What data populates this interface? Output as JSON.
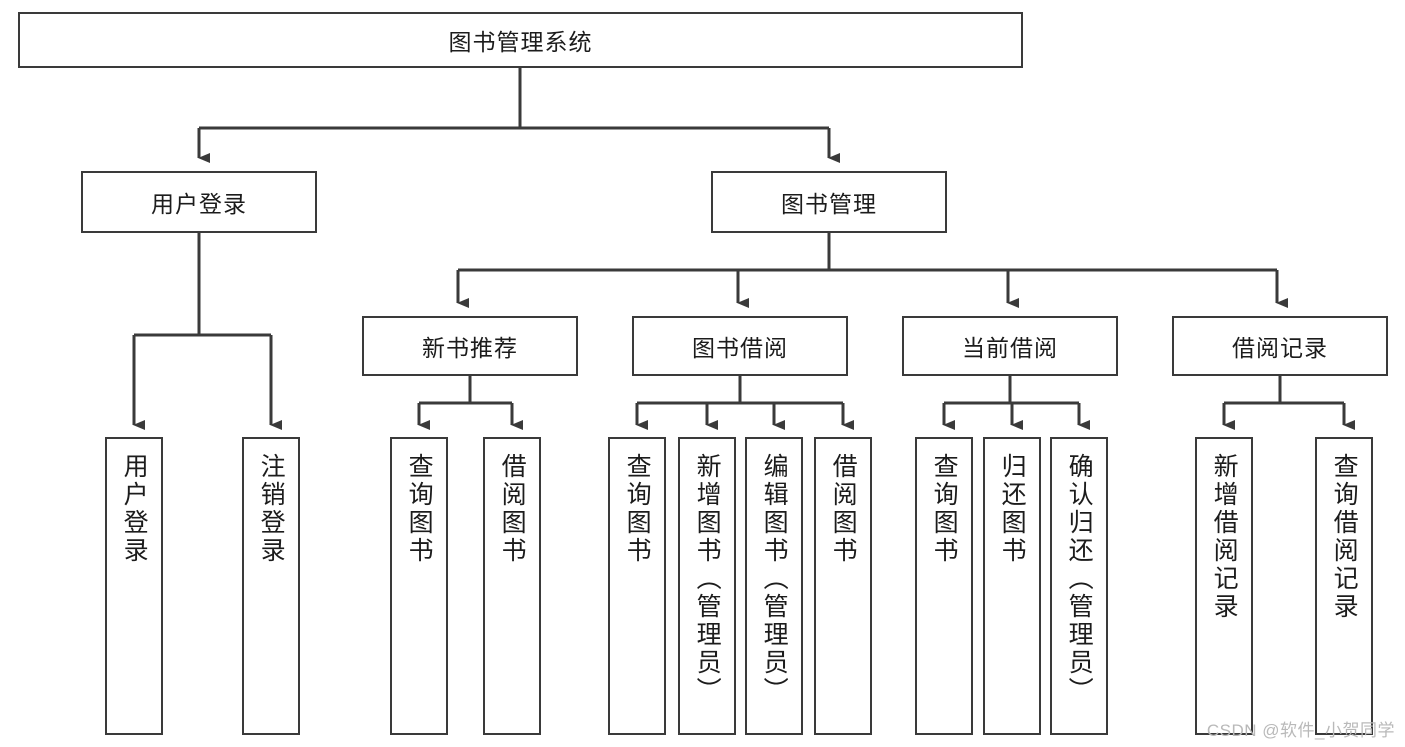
{
  "diagram": {
    "title": "图书管理系统",
    "type": "tree",
    "watermark": "CSDN @软件_小贺同学",
    "colors": {
      "box_border": "#3a3a3a",
      "box_fill": "#ffffff",
      "connector": "#3a3a3a",
      "text": "#1c1c1c",
      "watermark": "#b9b9b9",
      "background": "#ffffff"
    },
    "root": {
      "label": "图书管理系统"
    },
    "level2": [
      {
        "label": "用户登录"
      },
      {
        "label": "图书管理"
      }
    ],
    "level3": [
      {
        "label": "新书推荐"
      },
      {
        "label": "图书借阅"
      },
      {
        "label": "当前借阅"
      },
      {
        "label": "借阅记录"
      }
    ],
    "leaves": [
      {
        "label": "用户登录"
      },
      {
        "label": "注销登录"
      },
      {
        "label": "查询图书"
      },
      {
        "label": "借阅图书"
      },
      {
        "label": "查询图书"
      },
      {
        "label": "新增图书（管理员）"
      },
      {
        "label": "编辑图书（管理员）"
      },
      {
        "label": "借阅图书"
      },
      {
        "label": "查询图书"
      },
      {
        "label": "归还图书"
      },
      {
        "label": "确认归还（管理员）"
      },
      {
        "label": "新增借阅记录"
      },
      {
        "label": "查询借阅记录"
      }
    ],
    "hierarchy": {
      "图书管理系统": [
        "用户登录",
        "图书管理"
      ],
      "用户登录": [
        "用户登录",
        "注销登录"
      ],
      "图书管理": [
        "新书推荐",
        "图书借阅",
        "当前借阅",
        "借阅记录"
      ],
      "新书推荐": [
        "查询图书",
        "借阅图书"
      ],
      "图书借阅": [
        "查询图书",
        "新增图书（管理员）",
        "编辑图书（管理员）",
        "借阅图书"
      ],
      "当前借阅": [
        "查询图书",
        "归还图书",
        "确认归还（管理员）"
      ],
      "借阅记录": [
        "新增借阅记录",
        "查询借阅记录"
      ]
    }
  }
}
